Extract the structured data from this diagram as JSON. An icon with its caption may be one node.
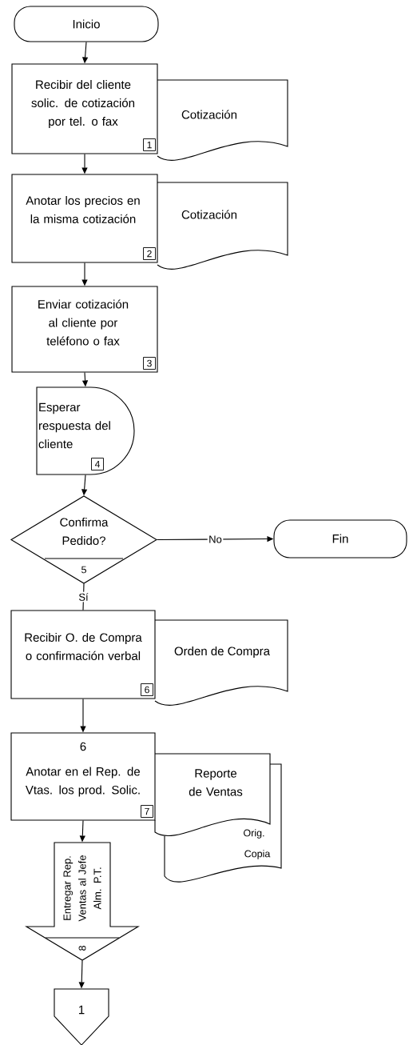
{
  "diagram": {
    "nodes": [
      {
        "text": [
          "Inicio"
        ]
      },
      {
        "text": [
          "Recibir del cliente solic. de cotización por tel. o fax",
          "1"
        ]
      },
      {
        "text": [
          "Cotización"
        ]
      },
      {
        "text": [
          "Anotar los precios en la misma cotización",
          "2"
        ]
      },
      {
        "text": [
          "Cotización"
        ]
      },
      {
        "text": [
          "Enviar cotización al cliente por teléfono o fax",
          "3"
        ]
      },
      {
        "text": [
          "Esperar respuesta del cliente",
          "4"
        ]
      },
      {
        "text": [
          "Confirma Pedido?",
          "5"
        ]
      },
      {
        "text": [
          "Fin"
        ]
      },
      {
        "text": [
          "Recibir O. de Compra o confirmación verbal",
          "6"
        ]
      },
      {
        "text": [
          "Orden de Compra"
        ]
      },
      {
        "text": [
          "6",
          "Anotar en el Rep. de Vtas. los prod. Solic.",
          "7"
        ]
      },
      {
        "text": [
          "Reporte de Ventas",
          "Orig.",
          "Copia"
        ]
      },
      {
        "text": [
          "Entregar Rep. Ventas al Jefe Alm. P.T.",
          "8"
        ]
      },
      {
        "text": [
          "1"
        ]
      }
    ],
    "edges": [
      {
        "from": 0,
        "to": 1,
        "arrow": "to"
      },
      {
        "from": 1,
        "to": 3,
        "arrow": "to"
      },
      {
        "from": 3,
        "to": 5,
        "arrow": "to"
      },
      {
        "from": 5,
        "to": 6,
        "arrow": "to"
      },
      {
        "from": 6,
        "to": 7,
        "arrow": "to"
      },
      {
        "from": 7,
        "to": 8,
        "arrow": "to",
        "label": "No"
      },
      {
        "from": 7,
        "to": 9,
        "arrow": "none",
        "label": "Sí"
      },
      {
        "from": 9,
        "to": 11,
        "arrow": "to"
      },
      {
        "from": 11,
        "to": 13,
        "arrow": "to"
      },
      {
        "from": 13,
        "to": 14,
        "arrow": "to"
      }
    ]
  }
}
